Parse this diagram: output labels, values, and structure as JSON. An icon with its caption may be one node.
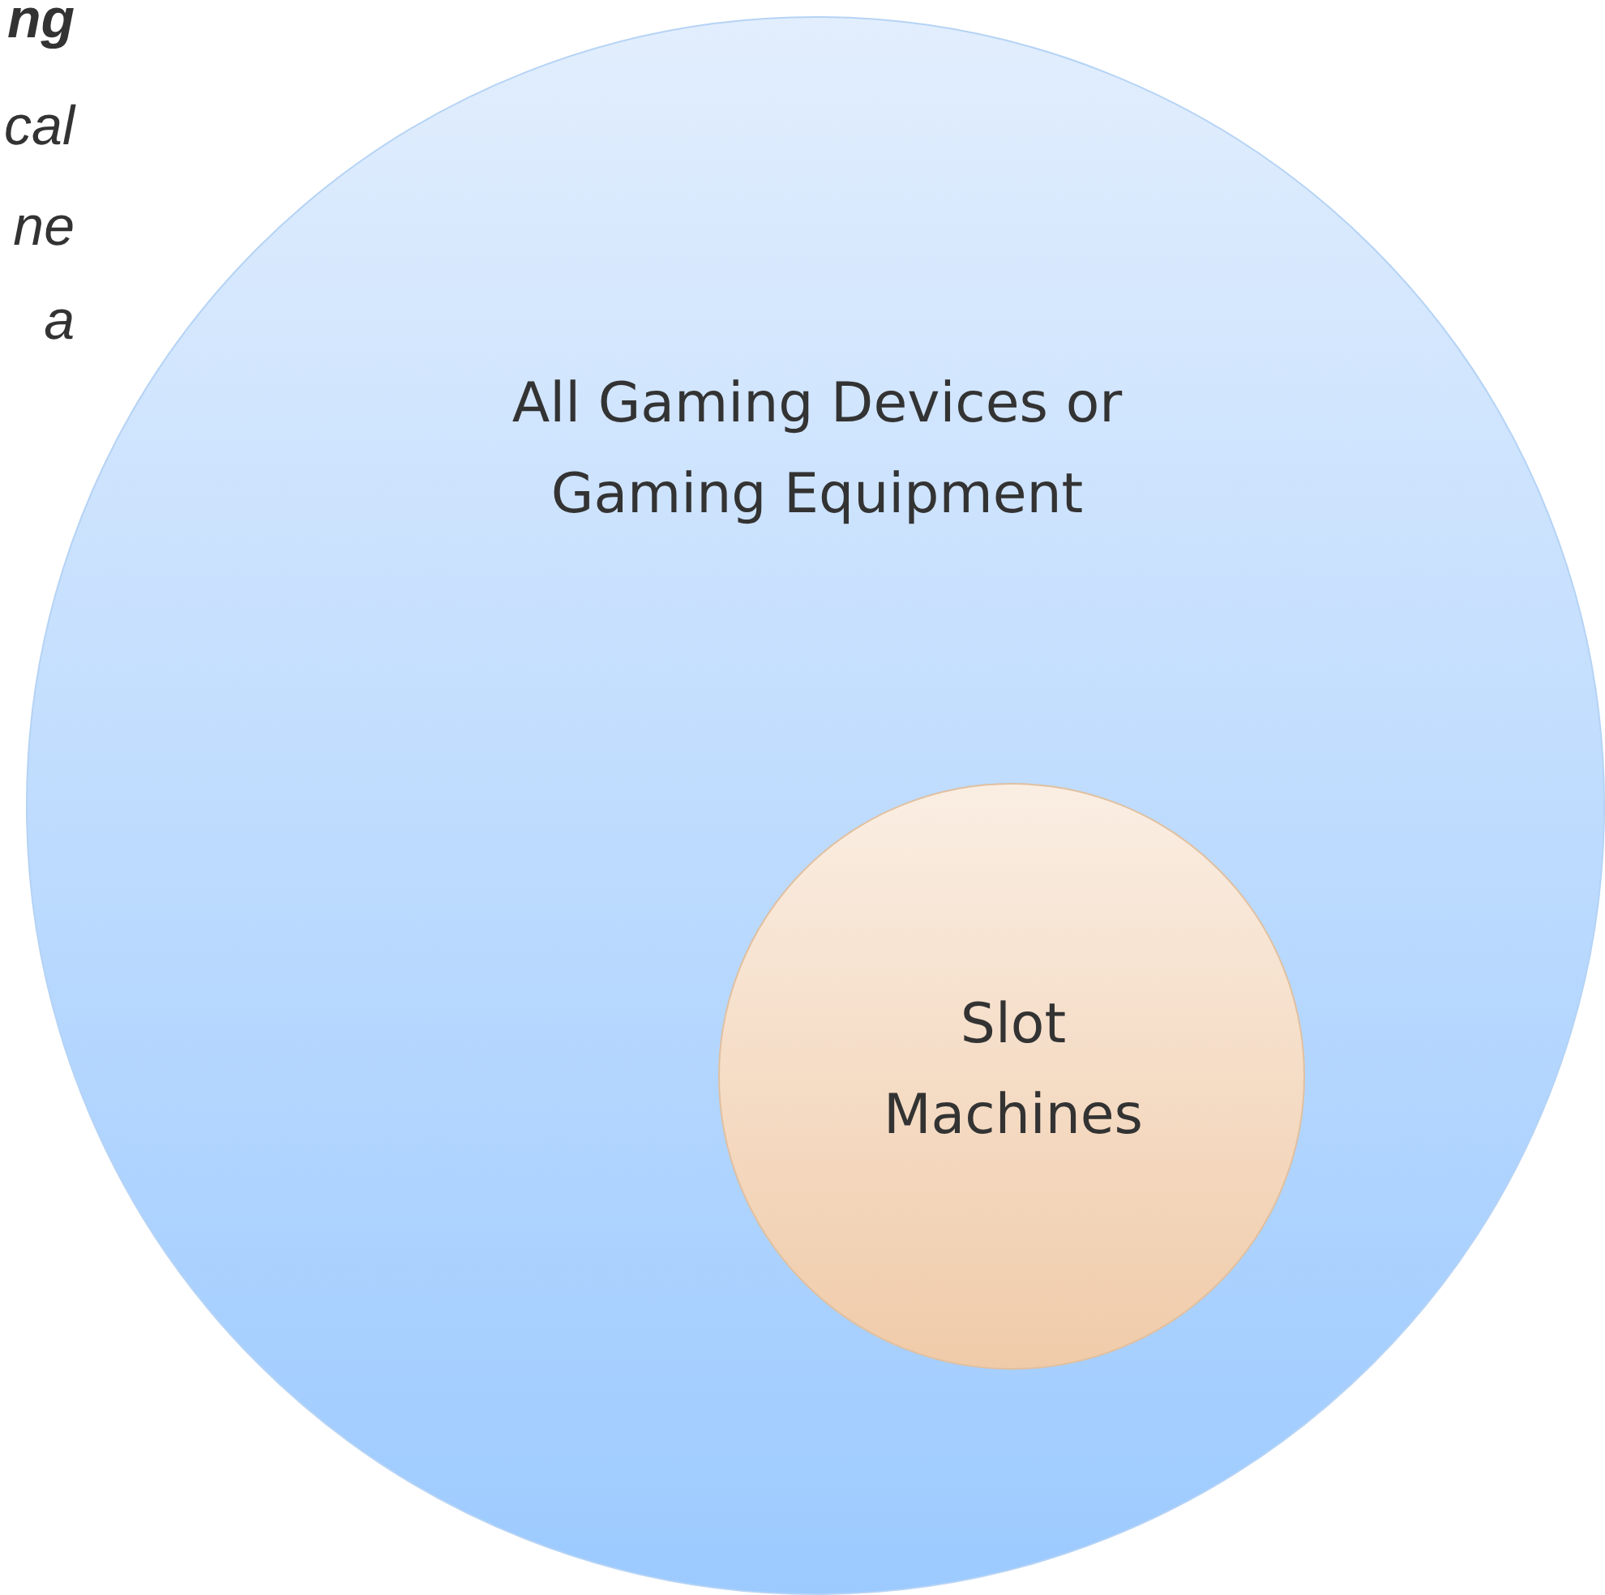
{
  "diagram": {
    "nodes": [
      {
        "text": [
          "All Gaming Devices or Gaming Equipment"
        ]
      },
      {
        "text": [
          "Slot Machines"
        ],
        "in": 0
      }
    ],
    "labels": [
      "ng",
      "cal",
      "ne",
      "a"
    ]
  }
}
